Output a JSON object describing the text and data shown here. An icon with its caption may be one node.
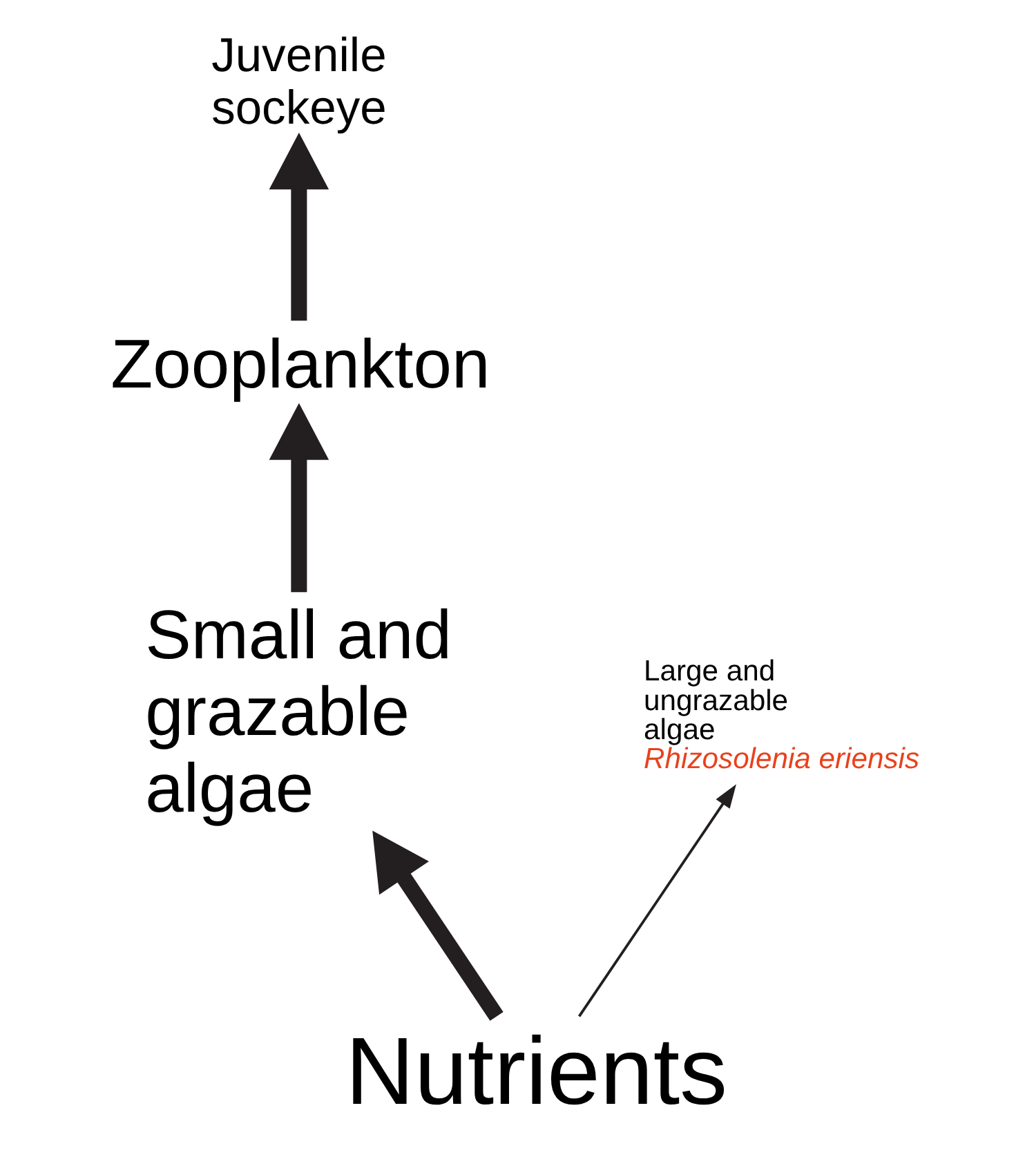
{
  "diagram": {
    "nodes": [
      {
        "text": [
          "Juvenile sockeye"
        ]
      },
      {
        "text": [
          "Zooplankton"
        ]
      },
      {
        "text": [
          "Small and grazable algae"
        ]
      },
      {
        "text": [
          "Large and ungrazable algae",
          "Rhizosolenia eriensis"
        ]
      },
      {
        "text": [
          "Nutrients"
        ]
      }
    ],
    "edges": [
      {
        "from": 4,
        "to": 2,
        "arrow": "to"
      },
      {
        "from": 2,
        "to": 1,
        "arrow": "to"
      },
      {
        "from": 1,
        "to": 0,
        "arrow": "to"
      },
      {
        "from": 4,
        "to": 3,
        "arrow": "to"
      }
    ]
  }
}
